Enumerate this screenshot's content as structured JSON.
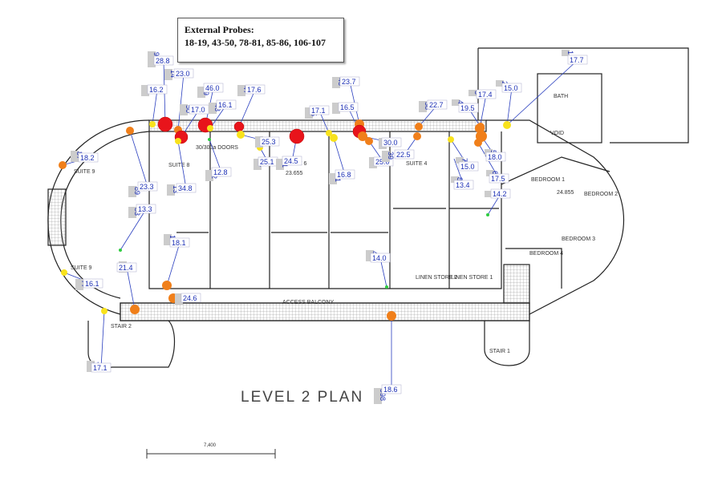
{
  "legend": {
    "title": "External Probes:",
    "list": "18-19, 43-50, 78-81, 85-86, 106-107"
  },
  "plan_title": "LEVEL 2 PLAN",
  "scale_label": "7,400",
  "room_labels": [
    "SUITE 9",
    "SUITE 9",
    "SUITE 8",
    "SUITE 6",
    "SUITE 4",
    "BEDROOM 1",
    "BEDROOM 2",
    "BEDROOM 3",
    "BEDROOM 4",
    "BATH",
    "VOID",
    "STAIR 2",
    "STAIR 1",
    "ACCESS BALCONY",
    "LINEN STORE 2",
    "LINEN STORE 1",
    "23.655",
    "24.855",
    "30/300a DOORS"
  ],
  "colors": {
    "hot": "#e8141b",
    "warm": "#f07f1a",
    "mild": "#f6a623",
    "cool": "#f8e21c",
    "wall": "#222222",
    "leader": "#2a3fbf",
    "label": "#1c2fb5"
  },
  "probes": [
    {
      "id": "997",
      "temp": "28.8"
    },
    {
      "id": "14",
      "temp": "23.0"
    },
    {
      "id": "15",
      "temp": "16.2"
    },
    {
      "id": "49",
      "temp": "46.0"
    },
    {
      "id": "50",
      "temp": "17.0"
    },
    {
      "id": "48",
      "temp": "16.1"
    },
    {
      "id": "47",
      "temp": "17.6"
    },
    {
      "id": "10",
      "temp": "25.3"
    },
    {
      "id": "11",
      "temp": "25.1"
    },
    {
      "id": "71",
      "temp": "24.5"
    },
    {
      "id": "12",
      "temp": "12.8"
    },
    {
      "id": "13",
      "temp": "34.8"
    },
    {
      "id": "45",
      "temp": "17.1"
    },
    {
      "id": "41",
      "temp": "16.8"
    },
    {
      "id": "43",
      "temp": "23.7"
    },
    {
      "id": "46",
      "temp": "16.5"
    },
    {
      "id": "40",
      "temp": "25.0"
    },
    {
      "id": "44",
      "temp": "30.0"
    },
    {
      "id": "39",
      "temp": "22.5"
    },
    {
      "id": "38",
      "temp": "22.7"
    },
    {
      "id": "4",
      "temp": "19.5"
    },
    {
      "id": "3",
      "temp": "17.4"
    },
    {
      "id": "2",
      "temp": "15.0"
    },
    {
      "id": "1",
      "temp": "17.7"
    },
    {
      "id": "5",
      "temp": "18.0"
    },
    {
      "id": "6",
      "temp": "17.5"
    },
    {
      "id": "7",
      "temp": "15.0"
    },
    {
      "id": "8",
      "temp": "13.4"
    },
    {
      "id": "9",
      "temp": "14.2"
    },
    {
      "id": "87",
      "temp": "18.2"
    },
    {
      "id": "89",
      "temp": "23.3"
    },
    {
      "id": "83",
      "temp": "13.3"
    },
    {
      "id": "77",
      "temp": "16.1"
    },
    {
      "id": "75",
      "temp": "21.4"
    },
    {
      "id": "17",
      "temp": "18.1"
    },
    {
      "id": "74",
      "temp": "24.6"
    },
    {
      "id": "76",
      "temp": "17.1"
    },
    {
      "id": "42",
      "temp": "14.0"
    },
    {
      "id": "998",
      "temp": "18.6"
    }
  ]
}
